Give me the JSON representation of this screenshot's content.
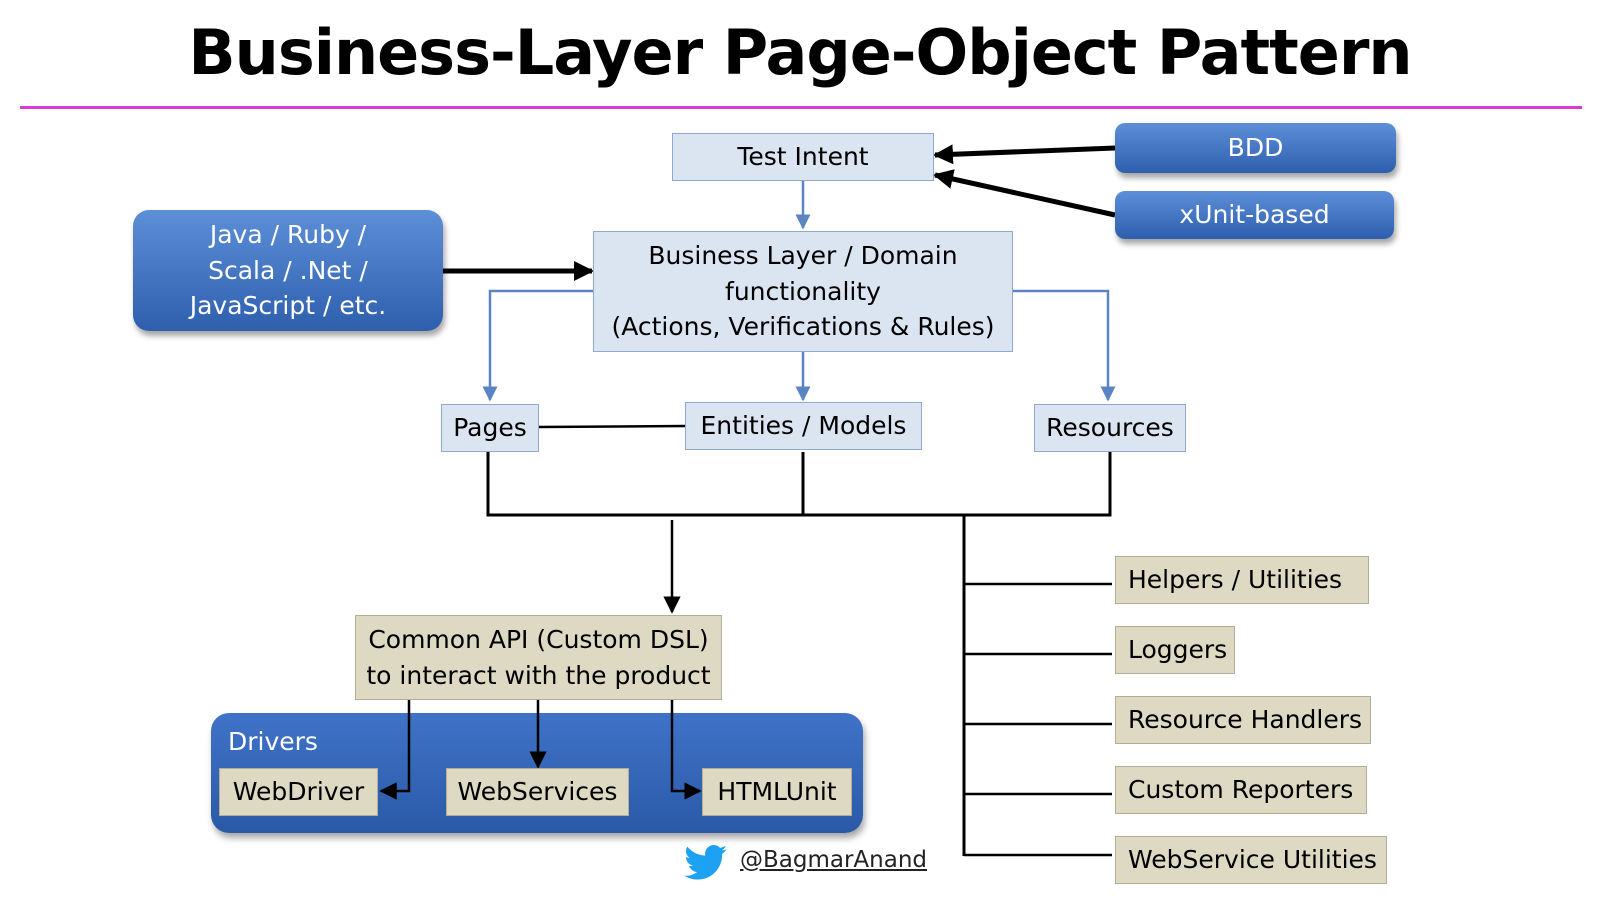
{
  "title": "Business-Layer Page-Object Pattern",
  "colors": {
    "accent_rule": "#d93ad9",
    "light_box": "#dbe5f1",
    "tan_box": "#ddd9c3",
    "blue_box": "#3d6ec3"
  },
  "nodes": {
    "test_intent": "Test Intent",
    "bdd": "BDD",
    "xunit": "xUnit-based",
    "languages": "Java / Ruby /\nScala / .Net /\nJavaScript / etc.",
    "business_layer": "Business Layer / Domain\nfunctionality\n(Actions, Verifications & Rules)",
    "pages": "Pages",
    "entities": "Entities / Models",
    "resources": "Resources",
    "common_api": "Common API (Custom DSL)\nto interact with the product",
    "drivers_label": "Drivers",
    "webdriver": "WebDriver",
    "webservices": "WebServices",
    "htmlunit": "HTMLUnit"
  },
  "utilities": [
    "Helpers / Utilities",
    "Loggers",
    "Resource Handlers",
    "Custom Reporters",
    "WebService Utilities"
  ],
  "footer": {
    "icon": "twitter-bird-icon",
    "handle": "@BagmarAnand"
  }
}
